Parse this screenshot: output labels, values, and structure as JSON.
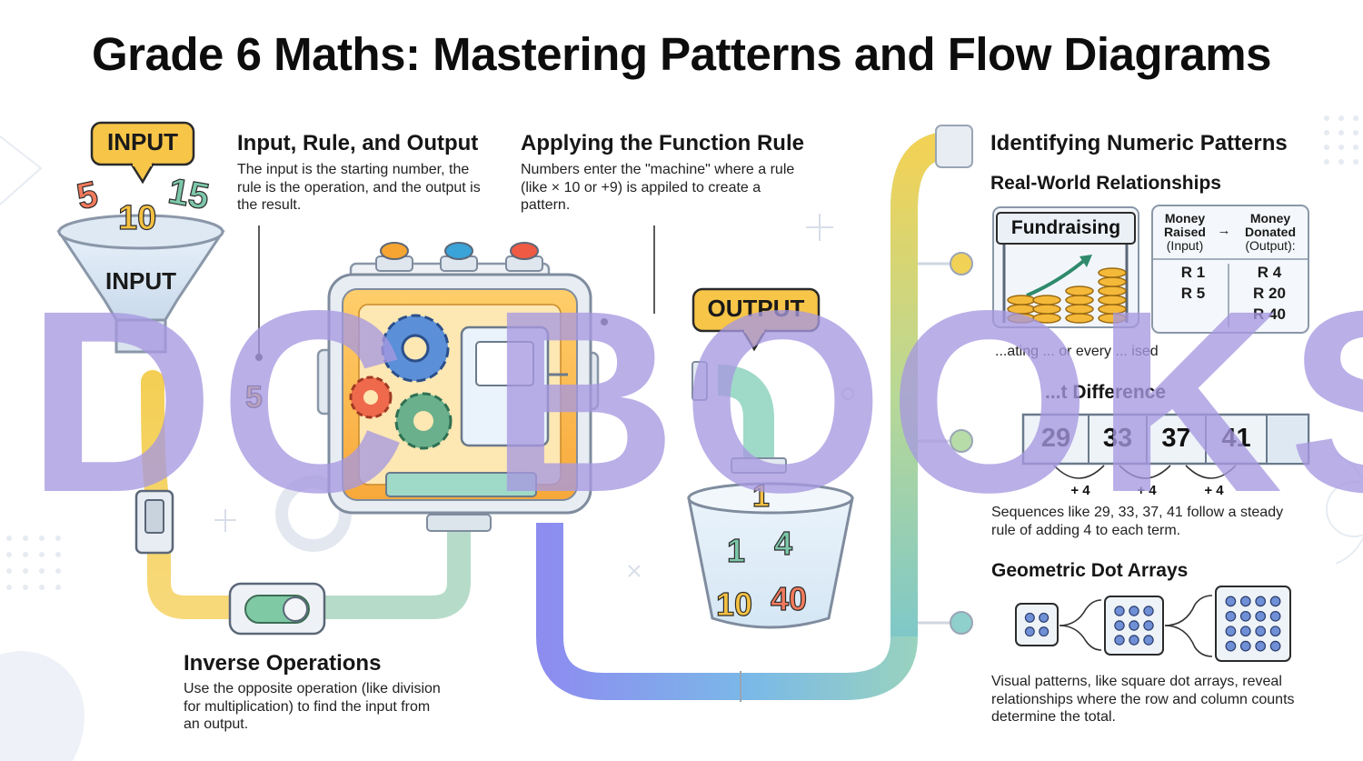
{
  "title": "Grade 6 Maths: Mastering Patterns and Flow Diagrams",
  "watermark": "DC BOOKS",
  "input_machine": {
    "input_label_top": "INPUT",
    "input_label_funnel": "INPUT",
    "input_numbers": [
      "5",
      "10",
      "15"
    ],
    "pipe_number": "5",
    "output_label": "OUTPUT",
    "bucket_numbers": [
      "1",
      "1",
      "4",
      "10",
      "40"
    ],
    "button_colors": [
      "#f6a532",
      "#3aa3d8",
      "#ee5a44"
    ]
  },
  "sections": {
    "input_rule_output": {
      "heading": "Input, Rule, and Output",
      "body": "The input is the starting number, the rule is the operation, and the output is the result."
    },
    "applying_rule": {
      "heading": "Applying the Function Rule",
      "body": "Numbers enter the \"machine\" where a rule (like × 10 or +9) is appiled to create a pattern."
    },
    "inverse": {
      "heading": "Inverse Operations",
      "body": "Use the opposite operation (like division for multiplication) to find the input from an output."
    },
    "identifying": {
      "heading": "Identifying Numeric Patterns"
    },
    "real_world": {
      "heading": "Real-World Relationships",
      "sign": "Fundraising",
      "table": {
        "col1_title": "Money Raised",
        "col1_sub": "(Input)",
        "arrow": "→",
        "col2_title": "Money Donated",
        "col2_sub": "(Output):",
        "rows": [
          [
            "R 1",
            "R 4"
          ],
          [
            "R 5",
            "R 20"
          ],
          [
            "",
            "R 40"
          ]
        ]
      },
      "caption": "...ating ... or every ... ised"
    },
    "constant_difference": {
      "heading": "...t Difference",
      "terms": [
        "29",
        "33",
        "37",
        "41"
      ],
      "steps": [
        "+ 4",
        "+ 4",
        "+ 4"
      ],
      "body": "Sequences like 29, 33, 37, 41 follow a steady rule of adding 4 to each term."
    },
    "geometric": {
      "heading": "Geometric Dot Arrays",
      "body": "Visual patterns, like square dot arrays, reveal relationships where the row and column counts determine the total."
    }
  }
}
